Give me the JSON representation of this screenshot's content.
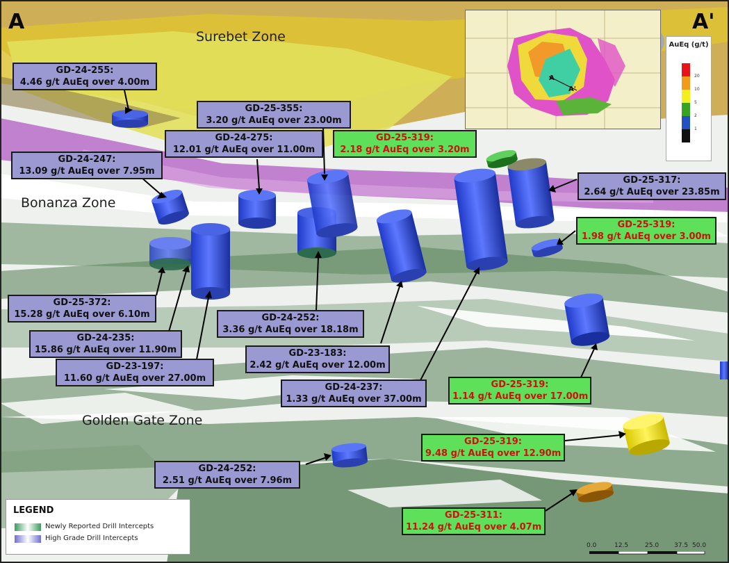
{
  "section": {
    "start": "A",
    "end": "A'"
  },
  "zones": {
    "surebet": "Surebet Zone",
    "bonanza": "Bonanza Zone",
    "golden_gate": "Golden Gate Zone"
  },
  "labels": {
    "gd24_255": {
      "hole": "GD-24-255:",
      "result": "4.46 g/t AuEq over 4.00m"
    },
    "gd25_355": {
      "hole": "GD-25-355:",
      "result": "3.20 g/t AuEq over 23.00m"
    },
    "gd24_275": {
      "hole": "GD-24-275:",
      "result": "12.01 g/t AuEq over 11.00m"
    },
    "gd24_247": {
      "hole": "GD-24-247:",
      "result": "13.09 g/t AuEq over 7.95m"
    },
    "gd25_319_a": {
      "hole": "GD-25-319:",
      "result": "2.18 g/t AuEq over 3.20m"
    },
    "gd25_317": {
      "hole": "GD-25-317:",
      "result": "2.64 g/t AuEq over 23.85m"
    },
    "gd25_319_b": {
      "hole": "GD-25-319:",
      "result": "1.98 g/t AuEq over 3.00m"
    },
    "gd25_372": {
      "hole": "GD-25-372:",
      "result": "15.28 g/t AuEq over 6.10m"
    },
    "gd24_235": {
      "hole": "GD-24-235:",
      "result": "15.86 g/t AuEq over 11.90m"
    },
    "gd23_197": {
      "hole": "GD-23-197:",
      "result": "11.60 g/t AuEq over 27.00m"
    },
    "gd24_252_a": {
      "hole": "GD-24-252:",
      "result": "3.36 g/t AuEq over 18.18m"
    },
    "gd23_183": {
      "hole": "GD-23-183:",
      "result": "2.42 g/t AuEq over 12.00m"
    },
    "gd24_237": {
      "hole": "GD-24-237:",
      "result": "1.33 g/t AuEq over 37.00m"
    },
    "gd25_319_c": {
      "hole": "GD-25-319:",
      "result": "1.14 g/t AuEq over 17.00m"
    },
    "gd25_319_d": {
      "hole": "GD-25-319:",
      "result": "9.48 g/t AuEq over 12.90m"
    },
    "gd24_252_b": {
      "hole": "GD-24-252:",
      "result": "2.51 g/t AuEq over 7.96m"
    },
    "gd25_311": {
      "hole": "GD-25-311:",
      "result": "11.24 g/t AuEq over 4.07m"
    }
  },
  "inset": {
    "label_a": "A",
    "label_a_prime": "A'"
  },
  "colorbar": {
    "title": "AuEq (g/t)",
    "ticks": [
      "20",
      "10",
      "5",
      "2",
      "1"
    ],
    "colors": [
      "#e8141a",
      "#f29a1c",
      "#f3ef1d",
      "#36a321",
      "#2451c2",
      "#111111"
    ]
  },
  "legend": {
    "title": "LEGEND",
    "items": [
      {
        "label": "Newly Reported Drill Intercepts",
        "color": "#3a9c5e"
      },
      {
        "label": "High Grade Drill Intercepts",
        "color": "#6f6fd0"
      }
    ]
  },
  "scale": {
    "ticks": [
      "0.0",
      "12.5",
      "25.0",
      "37.5",
      "50.0"
    ]
  },
  "colors": {
    "high_grade_label": "#9a99d2",
    "new_label": "#5fe05a",
    "new_label_text": "#cc1111",
    "blue_cyl": "#3550d6",
    "green_cyl": "#2e9c2e",
    "yellow_cyl": "#f0e21c",
    "orange_cyl": "#d68e18"
  }
}
